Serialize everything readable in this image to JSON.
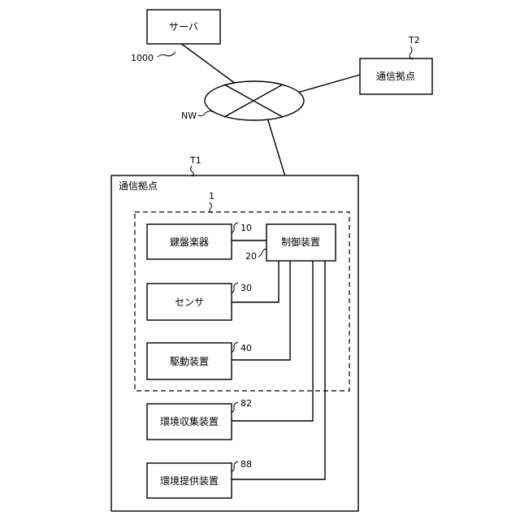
{
  "nodes": {
    "server": "サーバ",
    "site_t2": "通信拠点",
    "site_t1": "通信拠点",
    "keyboard": "鍵盤楽器",
    "control": "制御装置",
    "sensor": "センサ",
    "drive": "駆動装置",
    "env_collect": "環境収集装置",
    "env_provide": "環境提供装置"
  },
  "refs": {
    "server": "1000",
    "network": "NW",
    "t2": "T2",
    "t1": "T1",
    "system": "1",
    "keyboard": "10",
    "control": "20",
    "sensor": "30",
    "drive": "40",
    "env_collect": "82",
    "env_provide": "88"
  }
}
